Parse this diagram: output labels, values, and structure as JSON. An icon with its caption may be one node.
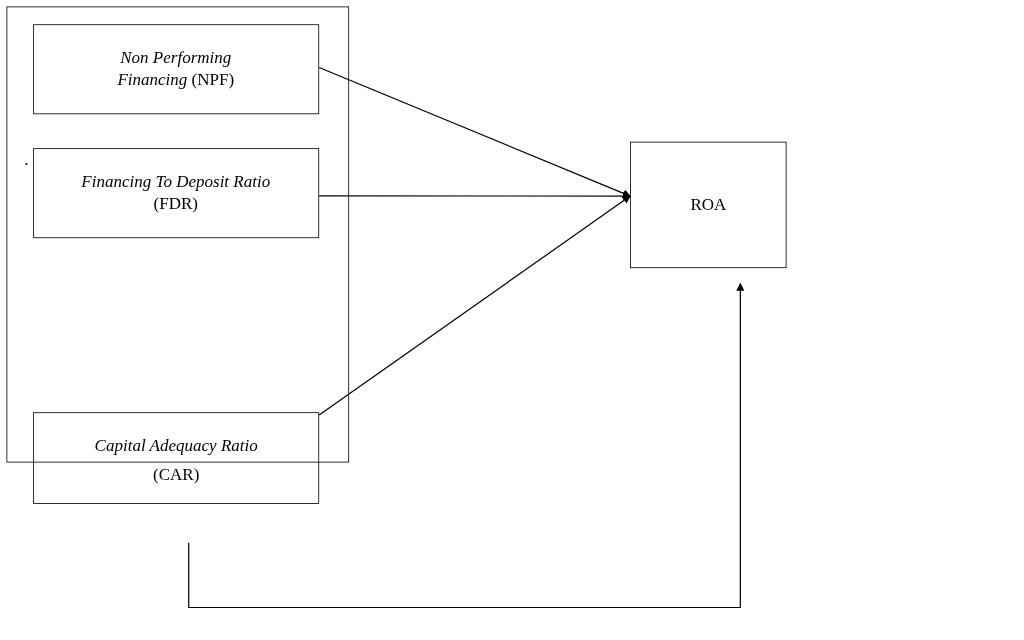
{
  "diagram": {
    "nodes": [
      {
        "text": [],
        "shape": "box"
      },
      {
        "text": [
          "*Non Performing Financing* (NPF)"
        ],
        "in": 0
      },
      {
        "text": [
          "*Financing To Deposit Ratio* (FDR)"
        ],
        "in": 0
      },
      {
        "text": [
          "*Capital Adequacy Ratio* (CAR)"
        ]
      },
      {
        "text": [
          "ROA"
        ]
      }
    ],
    "edges": [
      {
        "from": 1,
        "to": 4,
        "arrow": "to"
      },
      {
        "from": 2,
        "to": 4,
        "arrow": "to"
      },
      {
        "from": 3,
        "to": 4,
        "arrow": "to"
      },
      {
        "from": null,
        "to": 4,
        "arrow": "to"
      }
    ],
    "labels": [
      "."
    ]
  }
}
